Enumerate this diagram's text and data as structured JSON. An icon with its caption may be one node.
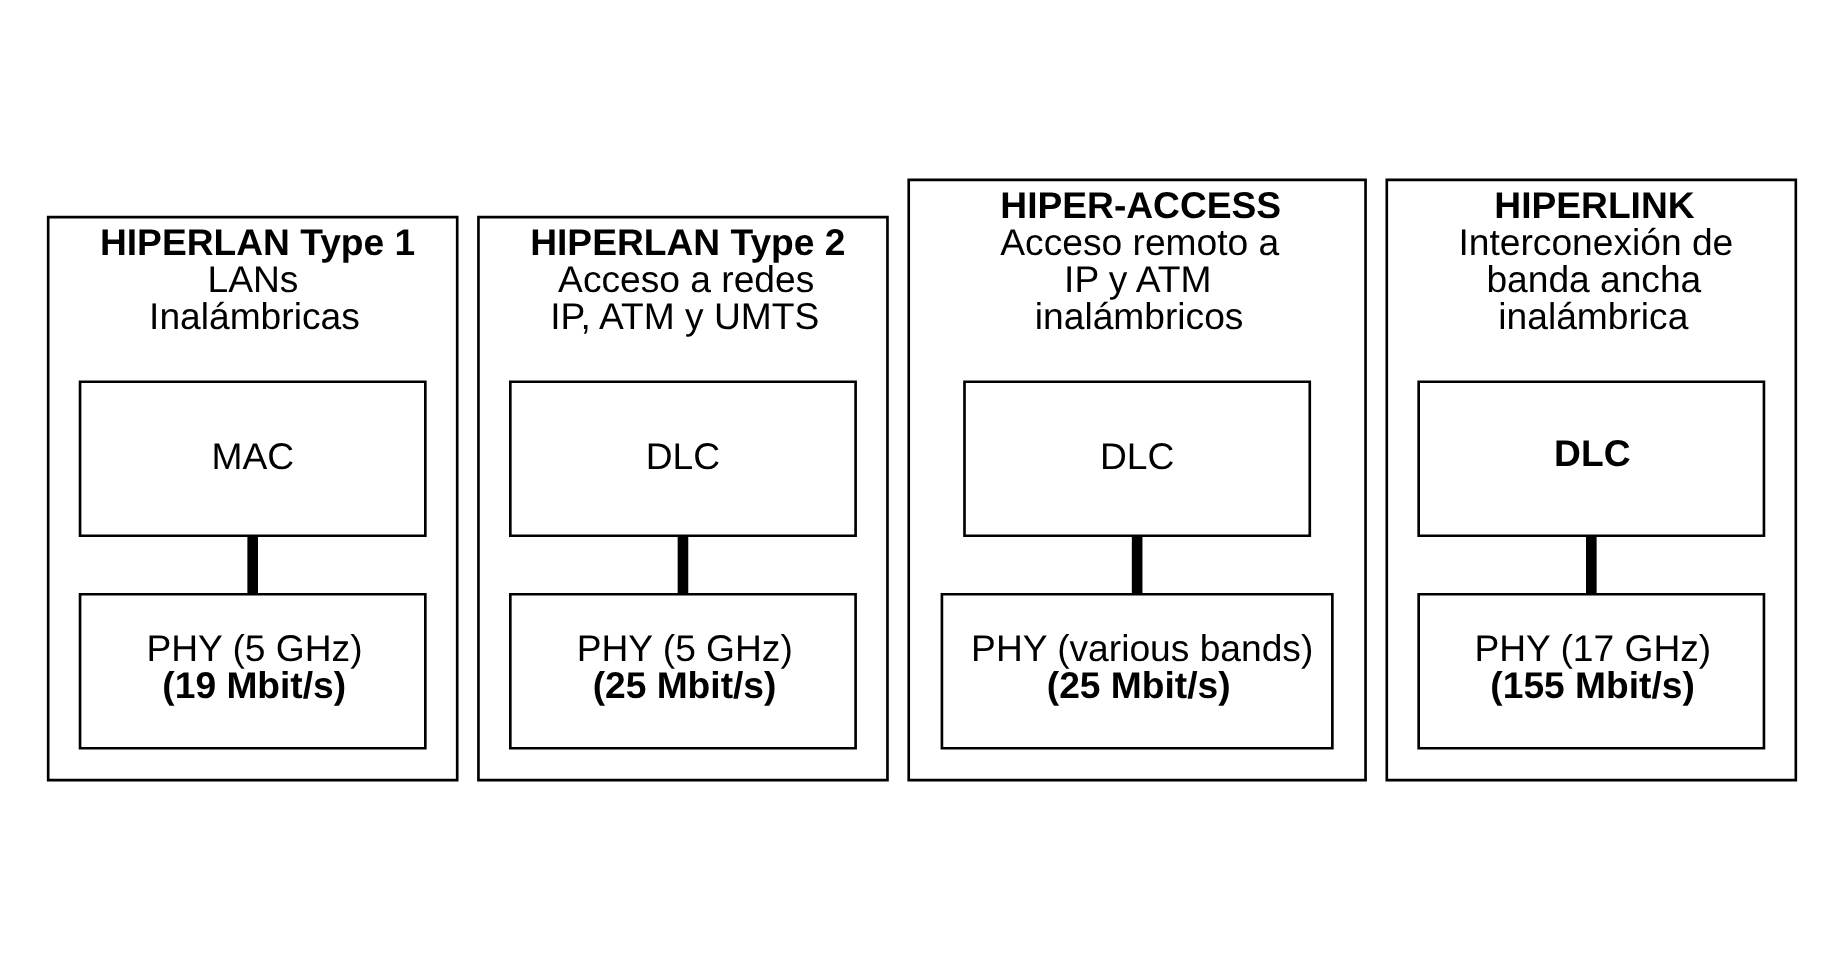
{
  "diagram": {
    "nodes": [
      {
        "text": [
          "HIPERLAN Type 1",
          "LANs Inalámbricas"
        ]
      },
      {
        "text": [
          "MAC"
        ],
        "in": 0
      },
      {
        "text": [
          "PHY (5 GHz)",
          "(19 Mbit/s)"
        ],
        "in": 0
      },
      {
        "text": [
          "HIPERLAN Type 2",
          "Acceso a redes IP, ATM y UMTS"
        ]
      },
      {
        "text": [
          "DLC"
        ],
        "in": 3
      },
      {
        "text": [
          "PHY (5 GHz)",
          "(25 Mbit/s)"
        ],
        "in": 3
      },
      {
        "text": [
          "HIPER-ACCESS",
          "Acceso remoto a IP y ATM inalámbricos"
        ]
      },
      {
        "text": [
          "DLC"
        ],
        "in": 6
      },
      {
        "text": [
          "PHY (various bands)",
          "(25 Mbit/s)"
        ],
        "in": 6
      },
      {
        "text": [
          "HIPERLINK",
          "Interconexión de banda ancha inalámbrica"
        ]
      },
      {
        "text": [
          "DLC"
        ],
        "in": 9
      },
      {
        "text": [
          "PHY (17 GHz)",
          "(155 Mbit/s)"
        ],
        "in": 9
      }
    ],
    "edges": [
      {
        "from": 1,
        "to": 2,
        "arrow": "none"
      },
      {
        "from": 4,
        "to": 5,
        "arrow": "none"
      },
      {
        "from": 7,
        "to": 8,
        "arrow": "none"
      },
      {
        "from": 10,
        "to": 11,
        "arrow": "none"
      }
    ]
  }
}
